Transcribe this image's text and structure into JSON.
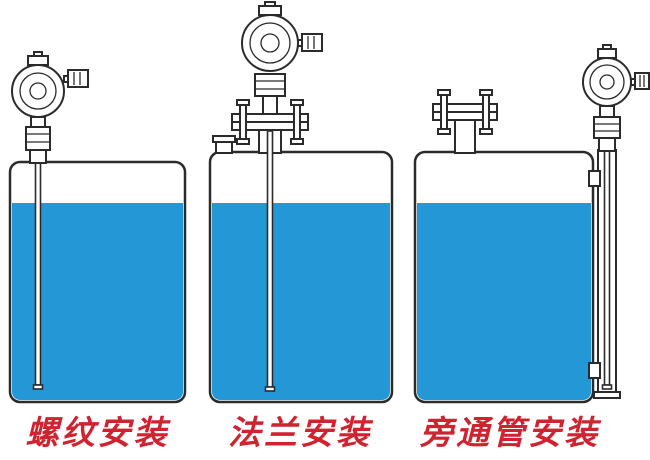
{
  "labels": {
    "threaded": "螺纹安装",
    "flange": "法兰安装",
    "bypass": "旁通管安装"
  },
  "colors": {
    "liquid-blue": "#2498d6",
    "label-red": "#cf2330",
    "line-black": "#2b2b2b",
    "background": "#ffffff"
  },
  "icons": {
    "transmitter": "level-transmitter-icon",
    "tank": "tank-icon",
    "probe": "probe-rod-icon",
    "flange": "flange-icon",
    "bypass_pipe": "bypass-pipe-icon"
  }
}
